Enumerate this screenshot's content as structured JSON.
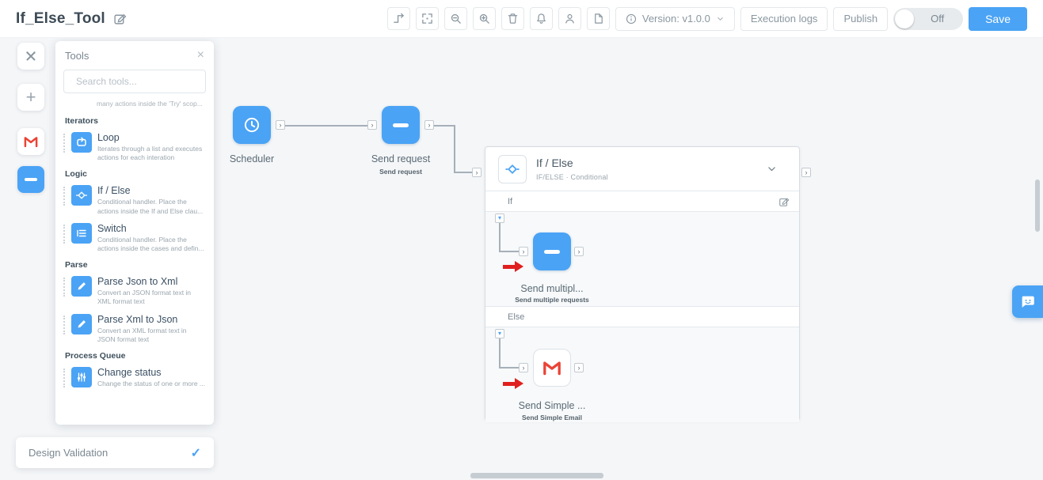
{
  "header": {
    "title": "If_Else_Tool",
    "version_label": "Version: v1.0.0",
    "execution_logs_label": "Execution logs",
    "publish_label": "Publish",
    "toggle_label": "Off",
    "save_label": "Save"
  },
  "tools_panel": {
    "title": "Tools",
    "search_placeholder": "Search tools...",
    "clipped_description": "many actions inside the 'Try' scop...",
    "sections": [
      {
        "label": "Iterators",
        "items": [
          {
            "name": "Loop",
            "description": "Iterates through a list and executes actions for each interation"
          }
        ]
      },
      {
        "label": "Logic",
        "items": [
          {
            "name": "If / Else",
            "description": "Conditional handler. Place the actions inside the If and Else clau..."
          },
          {
            "name": "Switch",
            "description": "Conditional handler. Place the actions inside the cases and defin..."
          }
        ]
      },
      {
        "label": "Parse",
        "items": [
          {
            "name": "Parse Json to Xml",
            "description": "Convert an JSON format text in XML format text"
          },
          {
            "name": "Parse Xml to Json",
            "description": "Convert an XML format text in JSON format text"
          }
        ]
      },
      {
        "label": "Process Queue",
        "items": [
          {
            "name": "Change status",
            "description": "Change the status of one or more ..."
          }
        ]
      }
    ]
  },
  "canvas": {
    "scheduler": {
      "label": "Scheduler"
    },
    "send_request": {
      "label": "Send request",
      "sublabel": "Send request"
    },
    "if_else_block": {
      "title": "If / Else",
      "subtitle": "IF/ELSE · Conditional",
      "if_label": "If",
      "else_label": "Else",
      "if_branch_node": {
        "label": "Send multipl...",
        "sublabel": "Send multiple requests"
      },
      "else_branch_node": {
        "label": "Send Simple ...",
        "sublabel": "Send Simple Email"
      }
    }
  },
  "footer": {
    "design_validation_label": "Design Validation"
  },
  "glyphs": {
    "close": "×",
    "check": "✓",
    "chevron_down": "▾",
    "port": "›",
    "plus": "+"
  },
  "colors": {
    "accent_blue": "#4aa3f5",
    "gmail_red": "#ea4335",
    "annotation_red": "#e01f1f"
  }
}
